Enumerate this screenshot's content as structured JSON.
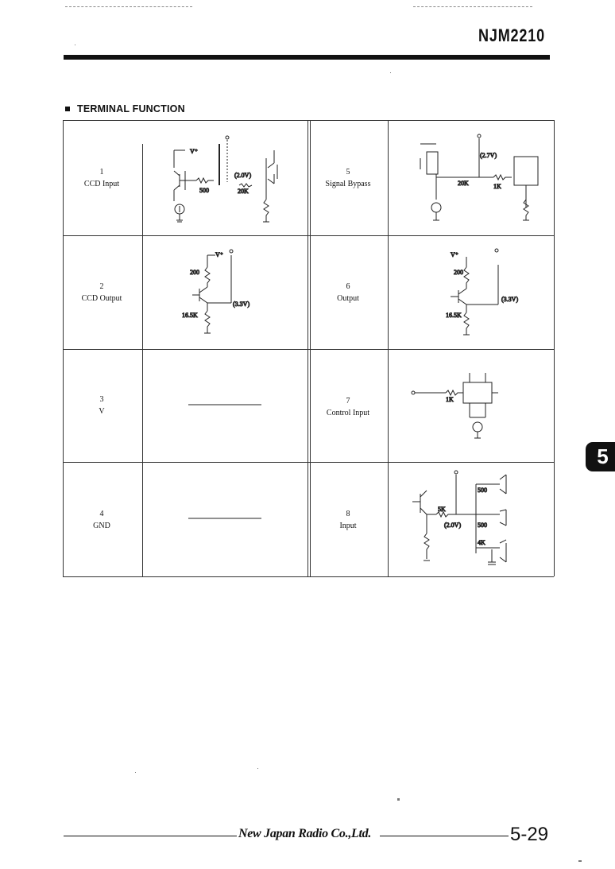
{
  "header": {
    "part_number": "NJM2210"
  },
  "section": {
    "title": "TERMINAL FUNCTION"
  },
  "terminals": [
    {
      "number": "1",
      "name": "CCD Input"
    },
    {
      "number": "2",
      "name": "CCD Output"
    },
    {
      "number": "3",
      "name": "V"
    },
    {
      "number": "4",
      "name": "GND"
    },
    {
      "number": "5",
      "name": "Signal Bypass"
    },
    {
      "number": "6",
      "name": "Output"
    },
    {
      "number": "7",
      "name": "Control Input"
    },
    {
      "number": "8",
      "name": "Input"
    }
  ],
  "circuit_labels": {
    "t1": {
      "vplus": "V⁺",
      "r1": "500",
      "bias": "(2.0V)",
      "r2": "20K"
    },
    "t2": {
      "vplus": "V⁺",
      "r1": "200",
      "r2": "16.5K",
      "bias": "(3.3V)"
    },
    "t5": {
      "bias": "(2.7V)",
      "r1": "20K",
      "r2": "1K"
    },
    "t6": {
      "vplus": "V⁺",
      "r1": "200",
      "r2": "16.5K",
      "bias": "(3.3V)"
    },
    "t7": {
      "r1": "1K"
    },
    "t8": {
      "r1": "5K",
      "bias": "(2.0V)",
      "r2": "500",
      "r3": "500",
      "r4": "4K"
    }
  },
  "side_tab": {
    "label": "5"
  },
  "footer": {
    "company": "New Japan Radio Co.,Ltd.",
    "page": "5-29"
  }
}
